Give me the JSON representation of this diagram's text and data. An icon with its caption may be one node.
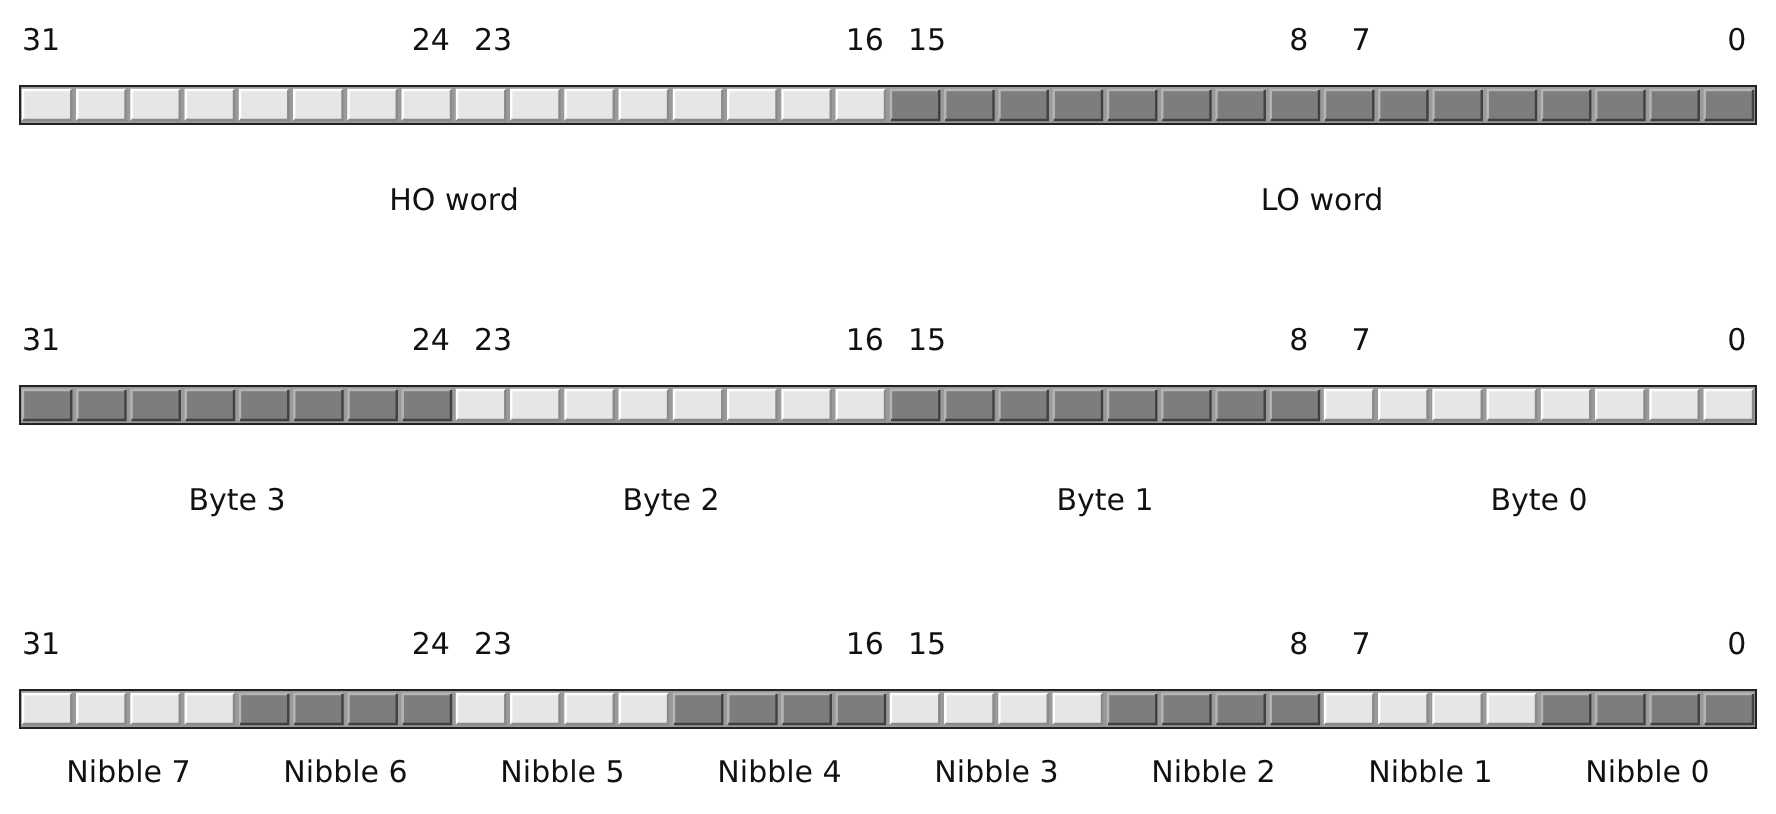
{
  "diagram": {
    "labels": [
      "31",
      "24",
      "23",
      "16",
      "15",
      "8",
      "7",
      "0",
      "HO word",
      "LO word",
      "31",
      "24",
      "23",
      "16",
      "15",
      "8",
      "7",
      "0",
      "Byte 3",
      "Byte 2",
      "Byte 1",
      "Byte 0",
      "31",
      "24",
      "23",
      "16",
      "15",
      "8",
      "7",
      "0",
      "Nibble 7",
      "Nibble 6",
      "Nibble 5",
      "Nibble 4",
      "Nibble 3",
      "Nibble 2",
      "Nibble 1",
      "Nibble 0"
    ]
  }
}
